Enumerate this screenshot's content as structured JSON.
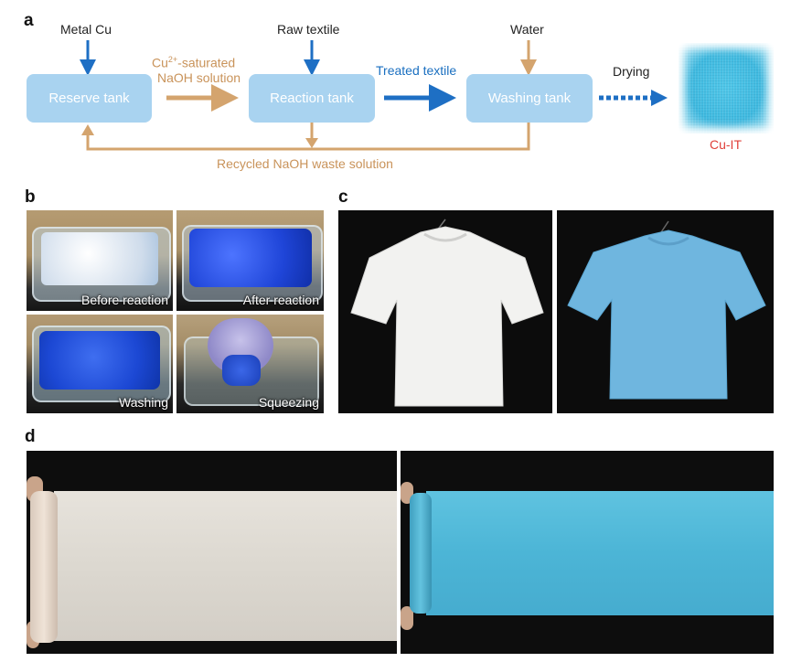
{
  "panel_a": {
    "letter": "a",
    "inputs": {
      "metal_cu": "Metal Cu",
      "raw_textile": "Raw textile",
      "water": "Water"
    },
    "boxes": {
      "reserve": "Reserve tank",
      "reaction": "Reaction tank",
      "washing": "Washing tank"
    },
    "arrow_labels": {
      "cu_prefix": "Cu",
      "cu_superscript": "2+",
      "cu_suffix": "-saturated",
      "naoh_solution": "NaOH solution",
      "treated_textile": "Treated textile",
      "drying": "Drying",
      "recycled": "Recycled NaOH waste solution"
    },
    "product_label": "Cu-IT",
    "colors": {
      "box_fill": "#a9d3f0",
      "tan_arrow": "#d4a46e",
      "blue_arrow": "#1e6fc4",
      "product_red": "#e0403a"
    }
  },
  "panel_b": {
    "letter": "b",
    "captions": [
      "Before reaction",
      "After reaction",
      "Washing",
      "Squeezing"
    ]
  },
  "panel_c": {
    "letter": "c"
  },
  "panel_d": {
    "letter": "d"
  }
}
